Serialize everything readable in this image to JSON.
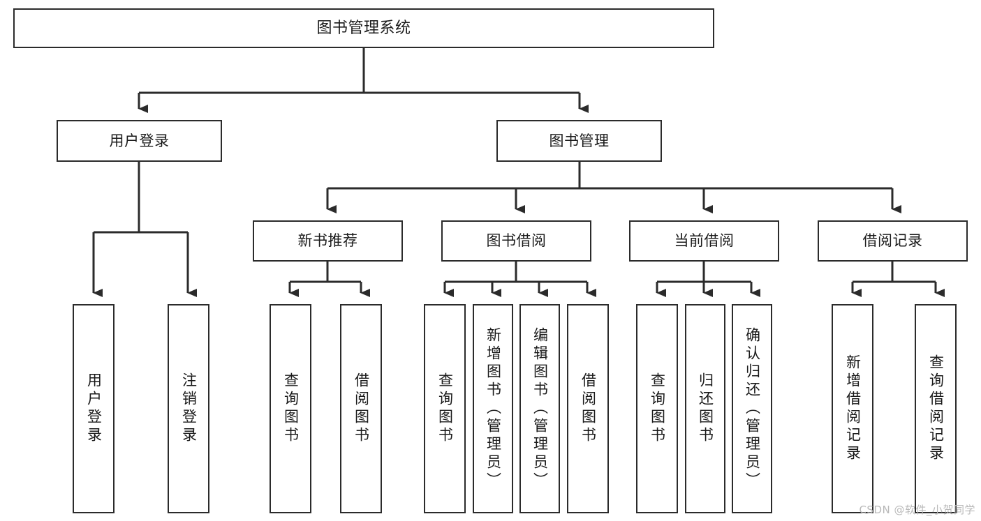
{
  "diagram": {
    "title": "图书管理系统",
    "type": "tree-hierarchy-chart",
    "watermark": "CSDN @软件_小贺同学",
    "colors": {
      "box_border": "#2b2b2b",
      "box_fill": "#ffffff",
      "edge": "#2b2b2b",
      "text": "#1a1a1a",
      "watermark": "#b9b9b9",
      "background": "#ffffff"
    },
    "root": {
      "id": "root",
      "label": "图书管理系统"
    },
    "level2": [
      {
        "id": "user-login",
        "label": "用户登录"
      },
      {
        "id": "book-manage",
        "label": "图书管理"
      }
    ],
    "level3": [
      {
        "id": "new-book-recommend",
        "label": "新书推荐",
        "parent": "book-manage"
      },
      {
        "id": "book-borrow",
        "label": "图书借阅",
        "parent": "book-manage"
      },
      {
        "id": "current-borrow",
        "label": "当前借阅",
        "parent": "book-manage"
      },
      {
        "id": "borrow-record",
        "label": "借阅记录",
        "parent": "book-manage"
      }
    ],
    "leaves": {
      "user-login": [
        {
          "id": "leaf-user-login",
          "label": "用户登录"
        },
        {
          "id": "leaf-logout-login",
          "label": "注销登录"
        }
      ],
      "new-book-recommend": [
        {
          "id": "leaf-query-book-1",
          "label": "查询图书"
        },
        {
          "id": "leaf-borrow-book-1",
          "label": "借阅图书"
        }
      ],
      "book-borrow": [
        {
          "id": "leaf-query-book-2",
          "label": "查询图书"
        },
        {
          "id": "leaf-add-book",
          "label": "新增图书（管理员）"
        },
        {
          "id": "leaf-edit-book",
          "label": "编辑图书（管理员）"
        },
        {
          "id": "leaf-borrow-book-2",
          "label": "借阅图书"
        }
      ],
      "current-borrow": [
        {
          "id": "leaf-query-book-3",
          "label": "查询图书"
        },
        {
          "id": "leaf-return-book",
          "label": "归还图书"
        },
        {
          "id": "leaf-confirm-return",
          "label": "确认归还（管理员）"
        }
      ],
      "borrow-record": [
        {
          "id": "leaf-add-record",
          "label": "新增借阅记录"
        },
        {
          "id": "leaf-query-record",
          "label": "查询借阅记录"
        }
      ]
    }
  }
}
